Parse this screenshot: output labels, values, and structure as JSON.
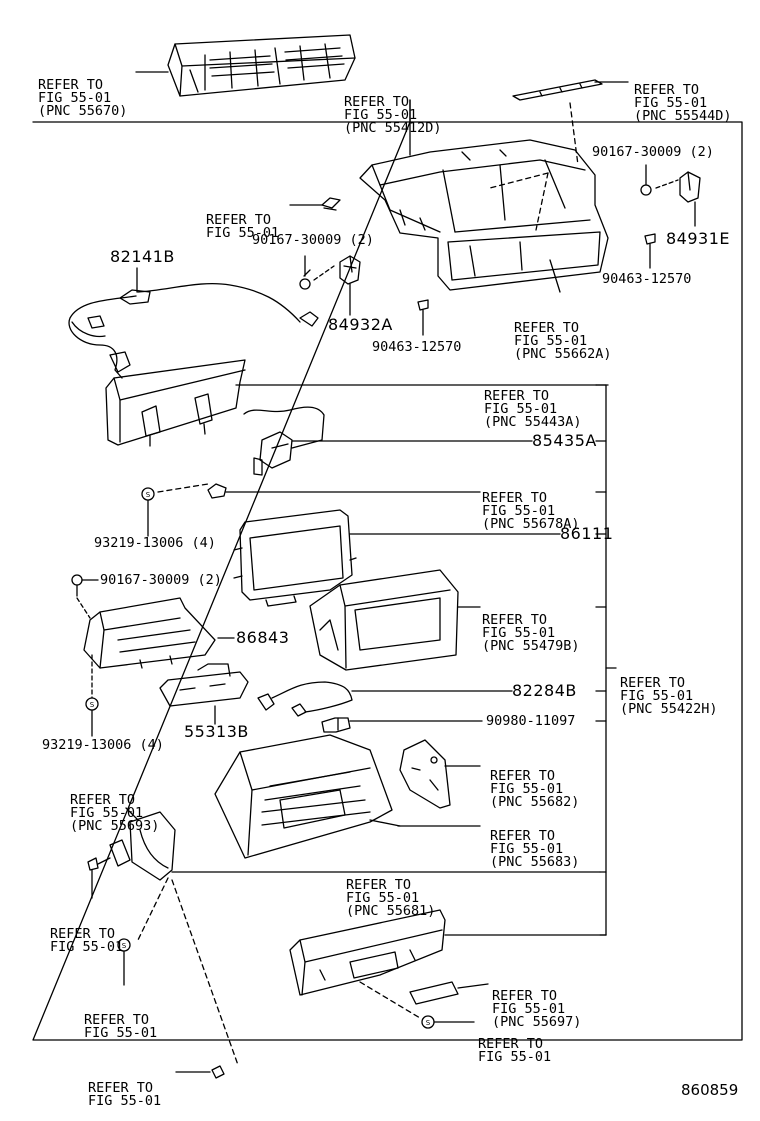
{
  "diagram": {
    "figure_number": "860859",
    "callouts": [
      {
        "id": "c1",
        "lines": [
          "REFER TO",
          "FIG 55-01",
          "(PNC 55670)"
        ]
      },
      {
        "id": "c2",
        "lines": [
          "REFER TO",
          "FIG 55-01",
          "(PNC 55412D)"
        ]
      },
      {
        "id": "c3",
        "lines": [
          "REFER TO",
          "FIG 55-01",
          "(PNC 55544D)"
        ]
      },
      {
        "id": "c4",
        "lines": [
          "REFER TO",
          "FIG 55-01"
        ]
      },
      {
        "id": "c5",
        "lines": [
          "REFER TO",
          "FIG 55-01",
          "(PNC 55662A)"
        ]
      },
      {
        "id": "c6",
        "lines": [
          "REFER TO",
          "FIG 55-01",
          "(PNC 55443A)"
        ]
      },
      {
        "id": "c7",
        "lines": [
          "REFER TO",
          "FIG 55-01",
          "(PNC 55678A)"
        ]
      },
      {
        "id": "c8",
        "lines": [
          "REFER TO",
          "FIG 55-01",
          "(PNC 55479B)"
        ]
      },
      {
        "id": "c9",
        "lines": [
          "REFER TO",
          "FIG 55-01",
          "(PNC 55422H)"
        ]
      },
      {
        "id": "c10",
        "lines": [
          "REFER TO",
          "FIG 55-01",
          "(PNC 55682)"
        ]
      },
      {
        "id": "c11",
        "lines": [
          "REFER TO",
          "FIG 55-01",
          "(PNC 55683)"
        ]
      },
      {
        "id": "c12",
        "lines": [
          "REFER TO",
          "FIG 55-01",
          "(PNC 55693)"
        ]
      },
      {
        "id": "c13",
        "lines": [
          "REFER TO",
          "FIG 55-01",
          "(PNC 55681)"
        ]
      },
      {
        "id": "c14",
        "lines": [
          "REFER TO",
          "FIG 55-01"
        ]
      },
      {
        "id": "c15",
        "lines": [
          "REFER TO",
          "FIG 55-01"
        ]
      },
      {
        "id": "c16",
        "lines": [
          "REFER TO",
          "FIG 55-01",
          "(PNC 55697)"
        ]
      },
      {
        "id": "c17",
        "lines": [
          "REFER TO",
          "FIG 55-01"
        ]
      },
      {
        "id": "c18",
        "lines": [
          "REFER TO",
          "FIG 55-01"
        ]
      }
    ],
    "part_numbers": {
      "p82141B": "82141B",
      "p90167a": "90167-30009 (2)",
      "p90167b": "90167-30009 (2)",
      "p90167c": "90167-30009 (2)",
      "p84931E": "84931E",
      "p84932A": "84932A",
      "p90463a": "90463-12570",
      "p90463b": "90463-12570",
      "p85435A": "85435A",
      "p93219a": "93219-13006 (4)",
      "p93219b": "93219-13006 (4)",
      "p86111": "86111",
      "p86843": "86843",
      "p82284B": "82284B",
      "p90980": "90980-11097",
      "p55313B": "55313B"
    }
  }
}
